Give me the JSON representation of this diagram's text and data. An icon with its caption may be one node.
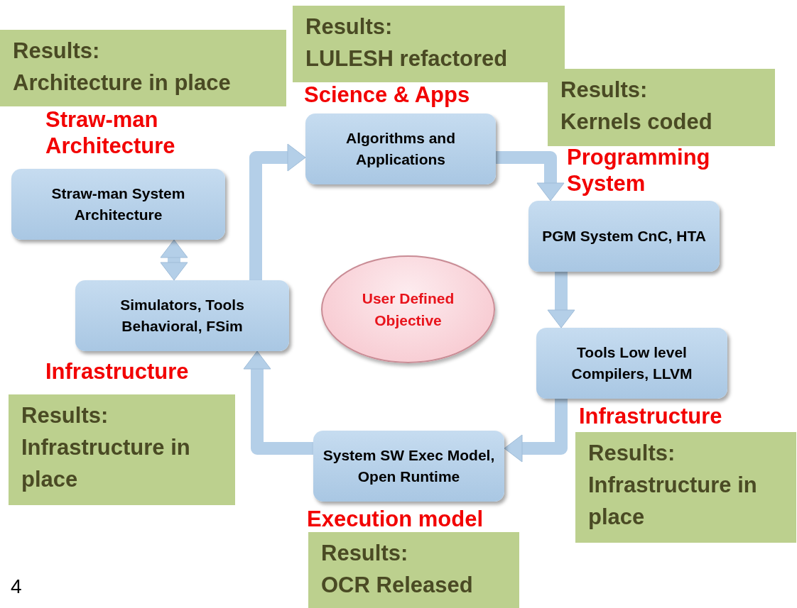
{
  "diagram": {
    "nodes": [
      {
        "text": [
          "Results:",
          "Architecture in place"
        ]
      },
      {
        "text": [
          "Results:",
          "LULESH refactored"
        ]
      },
      {
        "text": [
          "Results:",
          "Kernels coded"
        ]
      },
      {
        "text": [
          "Algorithms and Applications"
        ]
      },
      {
        "text": [
          "Straw-man System Architecture"
        ]
      },
      {
        "text": [
          "PGM System CnC, HTA"
        ]
      },
      {
        "text": [
          "Simulators, Tools Behavioral, FSim"
        ]
      },
      {
        "text": [
          "User Defined Objective"
        ]
      },
      {
        "text": [
          "Tools Low level Compilers, LLVM"
        ]
      },
      {
        "text": [
          "Results:",
          "Infrastructure in place"
        ]
      },
      {
        "text": [
          "System SW Exec Model, Open Runtime"
        ]
      },
      {
        "text": [
          "Results:",
          "Infrastructure in place"
        ]
      },
      {
        "text": [
          "Results:",
          "OCR Released"
        ]
      }
    ],
    "edges": [
      {
        "from": 4,
        "to": 6,
        "arrow": "both"
      },
      {
        "from": 6,
        "to": 3,
        "arrow": "to"
      },
      {
        "from": 3,
        "to": 5,
        "arrow": "to"
      },
      {
        "from": 5,
        "to": 8,
        "arrow": "to"
      },
      {
        "from": 8,
        "to": 10,
        "arrow": "to"
      },
      {
        "from": 10,
        "to": 6,
        "arrow": "to"
      }
    ],
    "labels": [
      "Science & Apps",
      "Straw-man Architecture",
      "Programming System",
      "Infrastructure",
      "Infrastructure",
      "Execution model",
      "4"
    ]
  }
}
